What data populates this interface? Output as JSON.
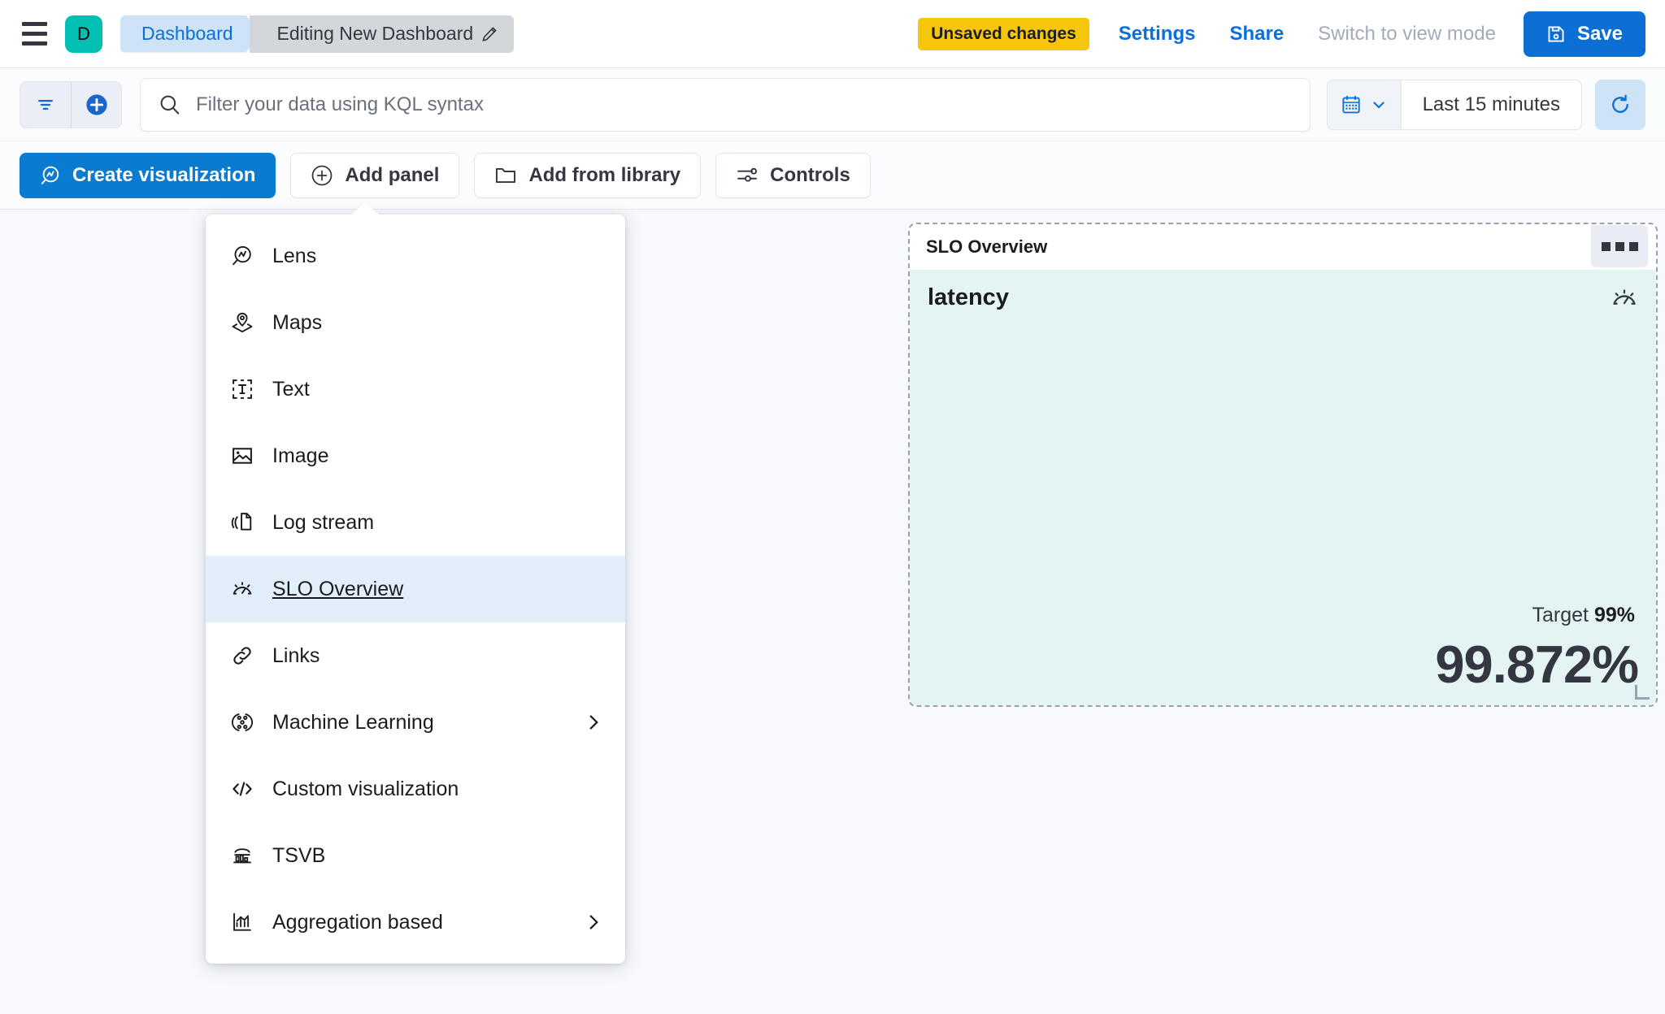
{
  "topnav": {
    "menu_icon": "hamburger-icon",
    "avatar_letter": "D",
    "breadcrumbs": [
      {
        "label": "Dashboard",
        "icon": ""
      },
      {
        "label": "Editing New Dashboard",
        "icon": "pencil-icon"
      }
    ],
    "unsaved_badge": "Unsaved changes",
    "settings_link": "Settings",
    "share_link": "Share",
    "view_mode_link": "Switch to view mode",
    "save_label": "Save",
    "save_icon": "save-disk-icon"
  },
  "querybar": {
    "filter_icon": "filter-icon",
    "add_filter_icon": "plus-circle-icon",
    "search_icon": "search-icon",
    "search_value": "",
    "search_placeholder": "Filter your data using KQL syntax",
    "calendar_icon": "calendar-icon",
    "chevron_icon": "chevron-down-icon",
    "time_range": "Last 15 minutes",
    "refresh_icon": "refresh-icon"
  },
  "toolbar": {
    "buttons": [
      {
        "label": "Create visualization",
        "icon": "lens-icon",
        "primary": true
      },
      {
        "label": "Add panel",
        "icon": "plus-circle-icon",
        "primary": false
      },
      {
        "label": "Add from library",
        "icon": "folder-icon",
        "primary": false
      },
      {
        "label": "Controls",
        "icon": "controls-icon",
        "primary": false
      }
    ]
  },
  "add_panel_menu": {
    "items": [
      {
        "label": "Lens",
        "icon": "lens-icon",
        "selected": false,
        "submenu": false
      },
      {
        "label": "Maps",
        "icon": "map-marker-icon",
        "selected": false,
        "submenu": false
      },
      {
        "label": "Text",
        "icon": "text-box-icon",
        "selected": false,
        "submenu": false
      },
      {
        "label": "Image",
        "icon": "image-icon",
        "selected": false,
        "submenu": false
      },
      {
        "label": "Log stream",
        "icon": "log-stream-icon",
        "selected": false,
        "submenu": false
      },
      {
        "label": "SLO Overview",
        "icon": "gauge-icon",
        "selected": true,
        "submenu": false
      },
      {
        "label": "Links",
        "icon": "link-icon",
        "selected": false,
        "submenu": false
      },
      {
        "label": "Machine Learning",
        "icon": "machine-learning-icon",
        "selected": false,
        "submenu": true
      },
      {
        "label": "Custom visualization",
        "icon": "code-icon",
        "selected": false,
        "submenu": false
      },
      {
        "label": "TSVB",
        "icon": "tsvb-icon",
        "selected": false,
        "submenu": false
      },
      {
        "label": "Aggregation based",
        "icon": "aggregation-icon",
        "selected": false,
        "submenu": true
      }
    ]
  },
  "slo_panel": {
    "title": "SLO Overview",
    "context_menu_icon": "boxes-horizontal-icon",
    "metric_name": "latency",
    "gauge_icon": "gauge-icon",
    "target_label": "Target",
    "target_value": "99%",
    "sli_value": "99.872%"
  },
  "colors": {
    "brand_teal": "#00bfb3",
    "primary_blue": "#0b7ad1",
    "link_blue": "#0a6edd",
    "warning_yellow": "#f5c60b",
    "panel_body": "#e4f4f3",
    "selected_row": "#e3eefb",
    "text_dark": "#343741",
    "text_muted": "#a2abba"
  }
}
